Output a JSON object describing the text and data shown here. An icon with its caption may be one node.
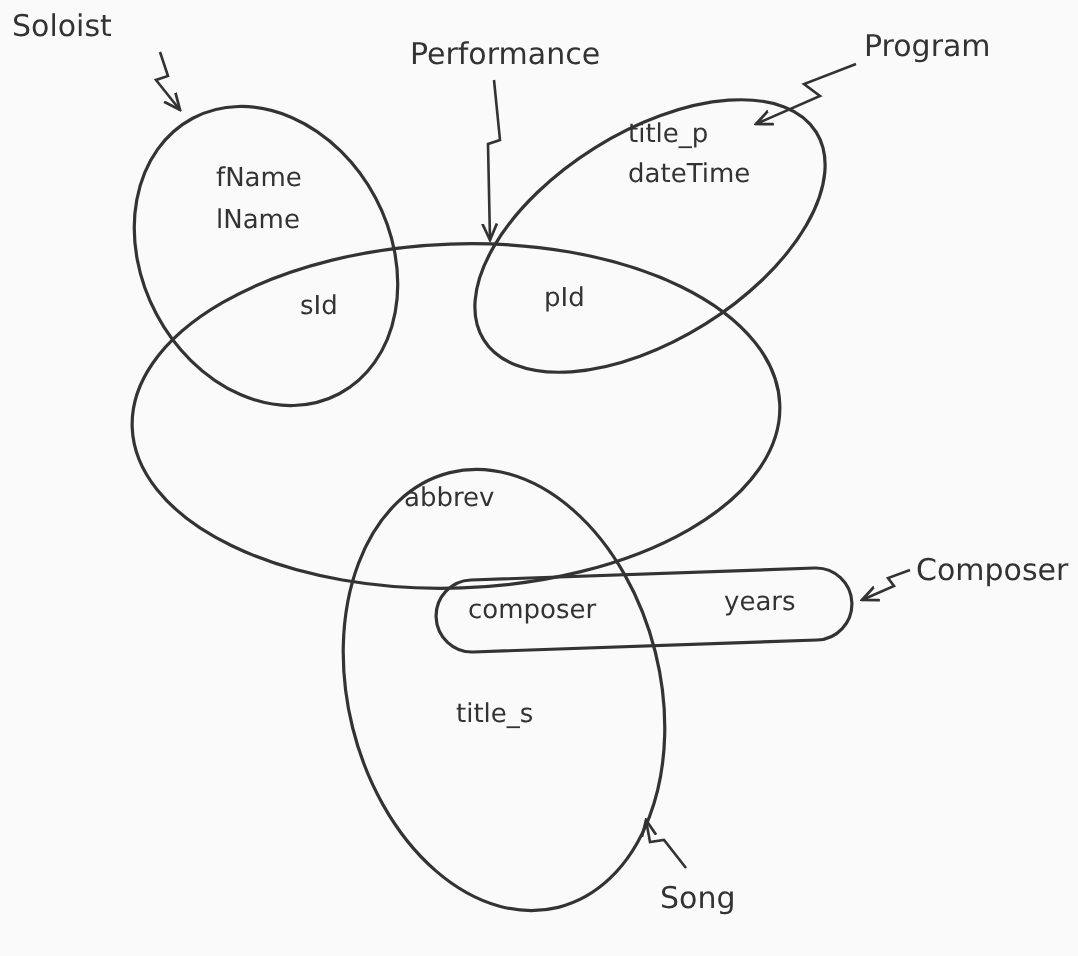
{
  "diagram": {
    "nodes": [
      {
        "text": [
          "Soloist"
        ]
      },
      {
        "text": [
          "Performance"
        ]
      },
      {
        "text": [
          "Program"
        ]
      },
      {
        "text": [],
        "shape": "ellipse"
      },
      {
        "text": [],
        "shape": "ellipse"
      },
      {
        "text": [],
        "shape": "ellipse"
      },
      {
        "text": [
          "Composer"
        ]
      },
      {
        "text": [],
        "shape": "box"
      },
      {
        "text": [],
        "shape": "ellipse"
      },
      {
        "text": [
          "Song"
        ]
      }
    ],
    "edges": [
      {
        "from": 0,
        "to": 3,
        "arrow": "to"
      },
      {
        "from": 1,
        "to": 5,
        "arrow": "to"
      },
      {
        "from": 2,
        "to": 4,
        "arrow": "to"
      },
      {
        "from": 6,
        "to": 7,
        "arrow": "to"
      },
      {
        "from": 9,
        "to": 8,
        "arrow": "to"
      }
    ],
    "labels": [
      "fName",
      "lName",
      "title_p",
      "dateTime",
      "sId",
      "pId",
      "abbrev",
      "composer",
      "years",
      "title_s"
    ]
  }
}
